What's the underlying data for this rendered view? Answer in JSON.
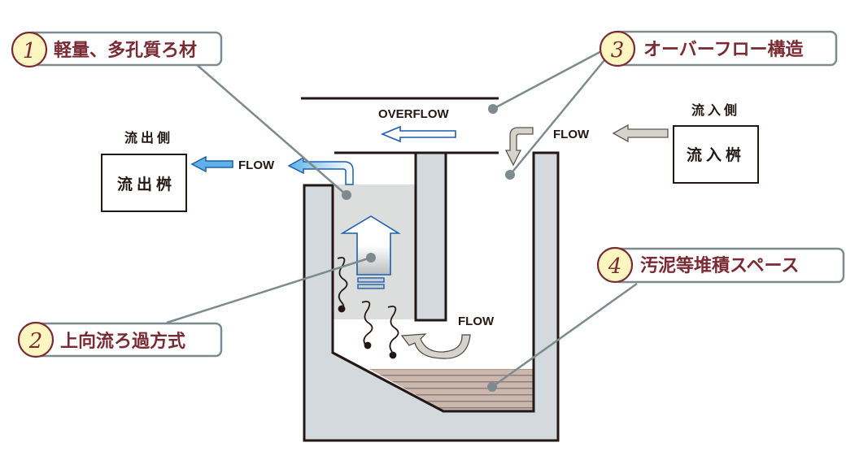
{
  "diagram": {
    "callouts": [
      {
        "number": "1",
        "label": "軽量、多孔質ろ材"
      },
      {
        "number": "2",
        "label": "上向流ろ過方式"
      },
      {
        "number": "3",
        "label": "オーバーフロー構造"
      },
      {
        "number": "4",
        "label": "汚泥等堆積スペース"
      }
    ],
    "outflow": {
      "side_label": "流出側",
      "box_label": "流出桝"
    },
    "inflow": {
      "side_label": "流入側",
      "box_label": "流入桝"
    },
    "flow_labels": {
      "overflow": "OVERFLOW",
      "outflow": "FLOW",
      "inflow": "FLOW",
      "bottom": "FLOW"
    },
    "colors": {
      "callout_text": "#7a2a33",
      "callout_border": "#7d8b8e",
      "number_fill": "#fdf6c0",
      "leader_line": "#7d8b8e",
      "tank_fill": "#d3d9dc",
      "filter_media": "#dcdddd",
      "sludge": "#c9b2a6",
      "sludge_lines": "#8d7f87",
      "blue_arrow": "#1c5fac",
      "gray_arrow": "#d6d2cc",
      "outline": "#231815"
    }
  }
}
